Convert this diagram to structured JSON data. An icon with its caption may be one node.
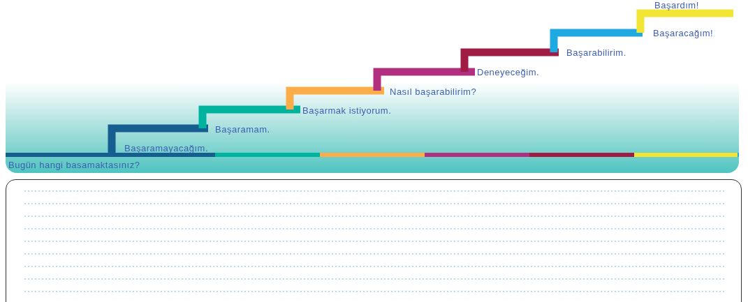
{
  "diagram": {
    "labels": [
      "Başardım!",
      "Başaracağım!",
      "Başarabilirim.",
      "Deneyeceğim.",
      "Nasıl başarabilirim?",
      "Başarmak istiyorum.",
      "Başaramam.",
      "Başaramayacağım.",
      "Bugün hangi basamaktasınız?"
    ]
  }
}
